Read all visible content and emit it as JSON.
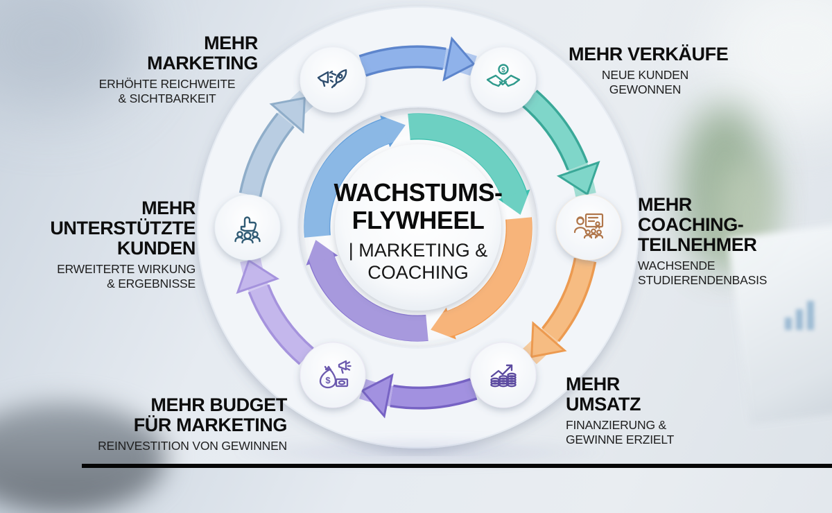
{
  "center": {
    "line1": "WACHSTUMS-",
    "line2": "FLYWHEEL",
    "subtitle": "| MARKETING &\nCOACHING"
  },
  "nodes": [
    {
      "id": "mehr-marketing",
      "title": "MEHR\nMARKETING",
      "subtitle": "ERHÖHTE REICHWEITE\n& SICHTBARKEIT",
      "icon": "megaphone-rocket-icon"
    },
    {
      "id": "mehr-verkaeufe",
      "title": "MEHR VERKÄUFE",
      "subtitle": "NEUE KUNDEN\nGEWONNEN",
      "icon": "handshake-dollar-icon"
    },
    {
      "id": "mehr-coaching-teilnehmer",
      "title": "MEHR\nCOACHING-\nTEILNEHMER",
      "subtitle": "WACHSENDE\nSTUDIERENDENBASIS",
      "icon": "trainer-certificate-icon"
    },
    {
      "id": "mehr-umsatz",
      "title": "MEHR\nUMSATZ",
      "subtitle": "FINANZIERUNG &\nGEWINNE ERZIELT",
      "icon": "growth-coins-icon"
    },
    {
      "id": "mehr-budget",
      "title": "MEHR BUDGET\nFÜR MARKETING",
      "subtitle": "REINVESTITION VON GEWINNEN",
      "icon": "moneybag-megaphone-icon"
    },
    {
      "id": "mehr-unterstuetzte-kunden",
      "title": "MEHR\nUNTERSTÜTZTE\nKUNDEN",
      "subtitle": "ERWEITERTE WIRKUNG\n& ERGEBNISSE",
      "icon": "thumbsup-people-icon"
    }
  ],
  "colors": {
    "blueFill": "#8fb2ea",
    "blueEdge": "#5d85cc",
    "bandBlue": "#a9c4ee",
    "tealFill": "#7fd6c9",
    "tealEdge": "#3aa898",
    "bandTeal": "#9adccf",
    "orangeFill": "#f6bc82",
    "orangeEdge": "#ec9a50",
    "bandOrange": "#f6c795",
    "purpleFill": "#a291e0",
    "purpleEdge": "#7763c4",
    "bandPurple": "#b1a3e4",
    "lavFill": "#c4b7ec",
    "lavEdge": "#a593dd",
    "bandLav": "#cfc5ef",
    "steelFill": "#b9cde2",
    "steelEdge": "#8fadc9",
    "bandSteel": "#c9d9e8",
    "innerBlue": "#64a0dc",
    "innerTeal": "#3cc0ae",
    "innerOrange": "#f49b4e",
    "innerPurple": "#8a77d2",
    "iconNavy": "#2e4d6e",
    "iconTeal": "#2f9a8c",
    "iconBrown": "#b0764a",
    "iconPurple": "#5c4ba0",
    "iconViolet": "#6b59ae",
    "iconSteel": "#2f5a74"
  }
}
